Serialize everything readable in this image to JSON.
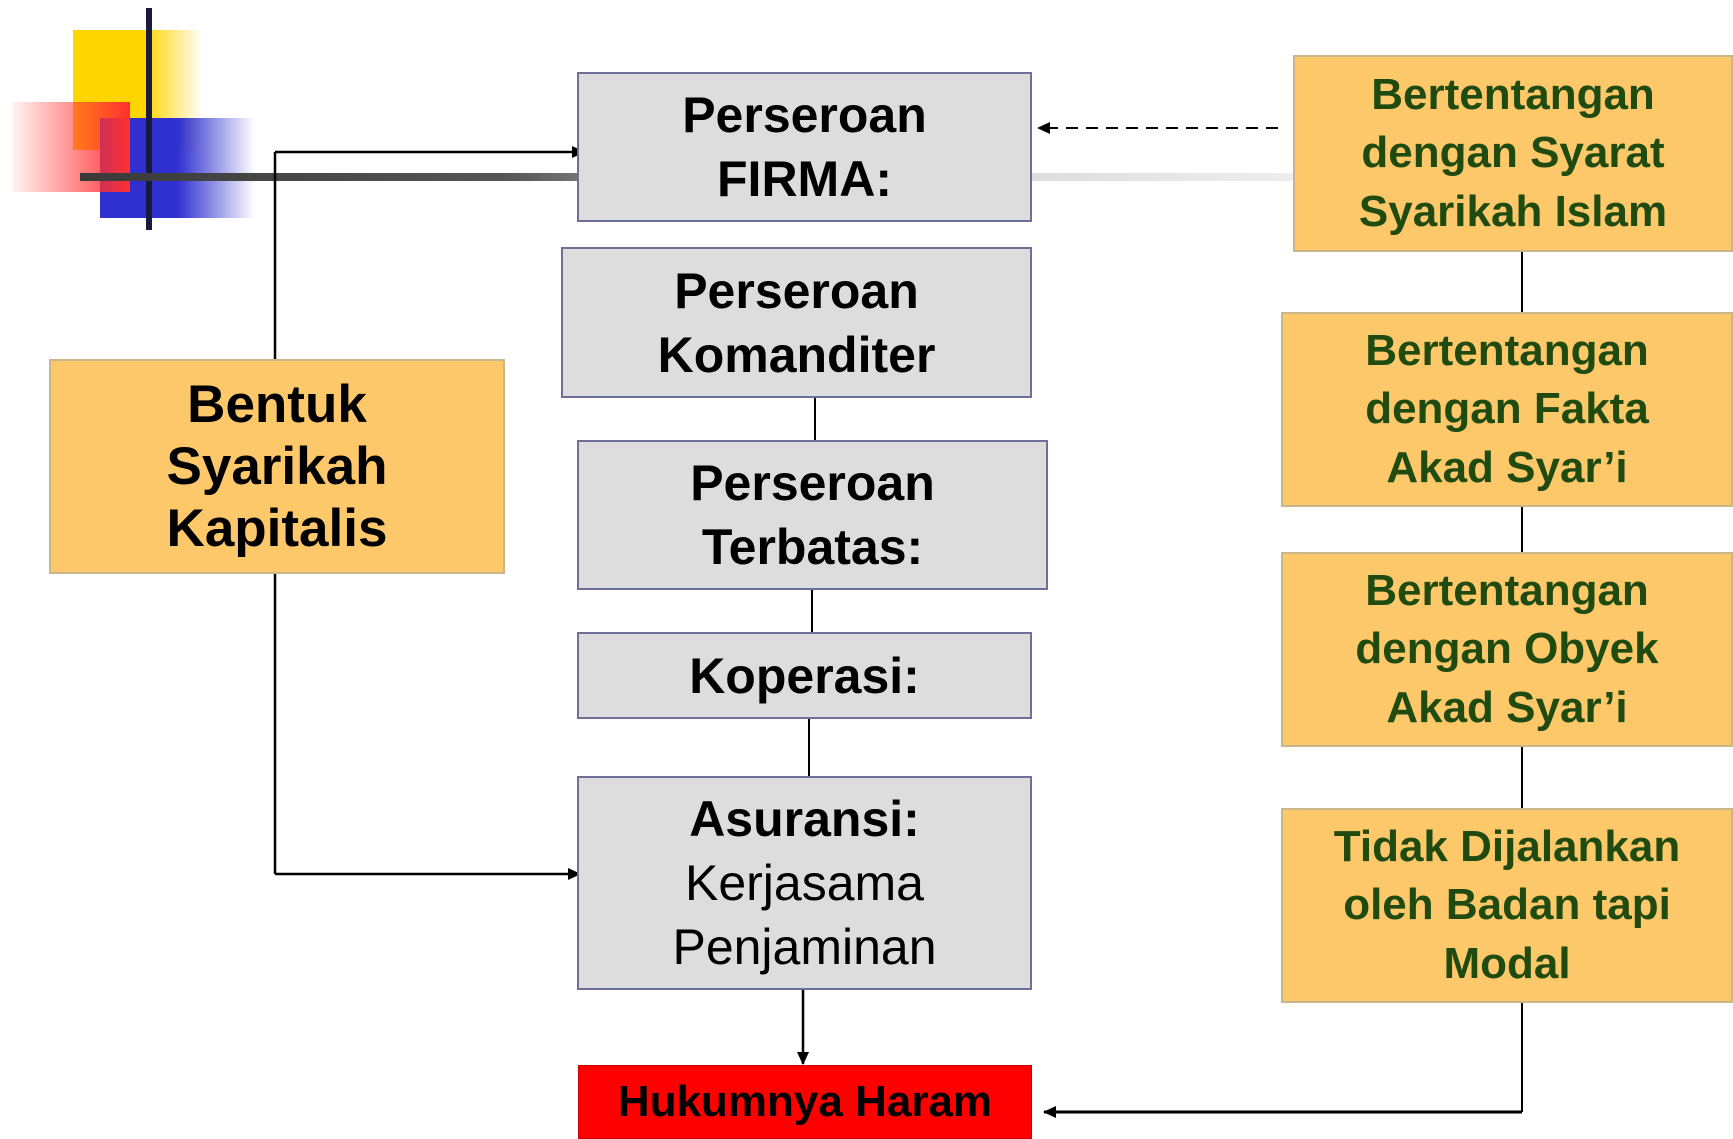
{
  "left": {
    "line1": "Bentuk",
    "line2": "Syarikah",
    "line3": "Kapitalis"
  },
  "center": {
    "firma": {
      "line1": "Perseroan",
      "line2": "FIRMA:"
    },
    "komanditer": {
      "line1": "Perseroan",
      "line2": "Komanditer"
    },
    "terbatas": {
      "line1": "Perseroan",
      "line2": "Terbatas:"
    },
    "koperasi": {
      "line1": "Koperasi:"
    },
    "asuransi": {
      "line1": "Asuransi:",
      "line2": "Kerjasama",
      "line3": "Penjaminan"
    }
  },
  "result": {
    "label": "Hukumnya Haram"
  },
  "right": [
    {
      "line1": "Bertentangan",
      "line2": "dengan Syarat",
      "line3": "Syarikah Islam"
    },
    {
      "line1": "Bertentangan",
      "line2": "dengan Fakta",
      "line3": "Akad Syar’i"
    },
    {
      "line1": "Bertentangan",
      "line2": "dengan Obyek",
      "line3": "Akad Syar’i"
    },
    {
      "line1": "Tidak Dijalankan",
      "line2": "oleh Badan tapi",
      "line3": "Modal"
    }
  ],
  "colors": {
    "orange": "#fdc869",
    "gray": "#dddddd",
    "red": "#ff0000",
    "green_text": "#1f4a10"
  }
}
